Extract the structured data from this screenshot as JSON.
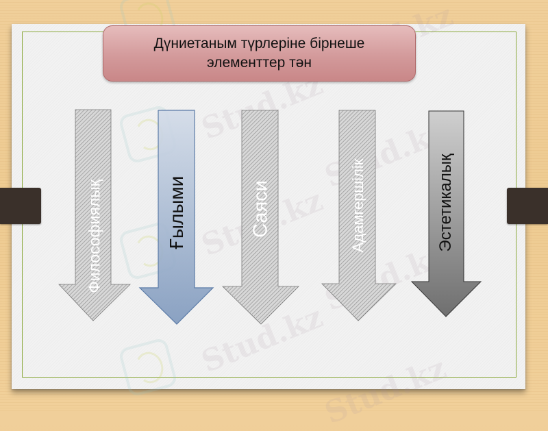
{
  "slide": {
    "title": "Дүниетаным түрлеріне бірнеше элементтер тән",
    "colors": {
      "background_wood": "#eecb92",
      "paper": "#f2f2f2",
      "frame_border": "#8aa83a",
      "binder_clip": "#3a302a",
      "title_fill": "#d39a9b",
      "title_border": "#b06a6a"
    },
    "arrows": [
      {
        "label": "Философиялық",
        "style": "hatched",
        "text_color": "#ffffff"
      },
      {
        "label": "Ғылыми",
        "style": "blue",
        "fill": "#8aa2c4",
        "text_color": "#111111"
      },
      {
        "label": "Саяси",
        "style": "hatched",
        "text_color": "#ffffff"
      },
      {
        "label": "Адамгершілік",
        "style": "hatched",
        "text_color": "#ffffff"
      },
      {
        "label": "Эстетикалық",
        "style": "gray",
        "fill": "#8c8c8c",
        "text_color": "#111111"
      }
    ],
    "watermark": "Stud.kz"
  }
}
